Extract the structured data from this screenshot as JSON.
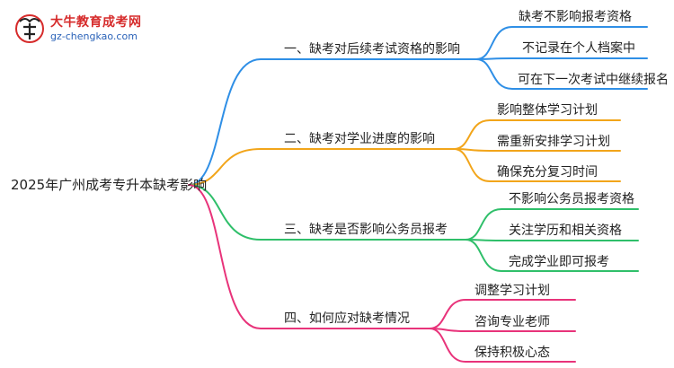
{
  "logo": {
    "title": "大牛教育成考网",
    "url": "gz-chengkao.com"
  },
  "root": "2025年广州成考专升本缺考影响",
  "branches": [
    {
      "label": "一、缺考对后续考试资格的影响",
      "color": "#2f8fe6",
      "leaves": [
        "缺考不影响报考资格",
        "不记录在个人档案中",
        "可在下一次考试中继续报名"
      ]
    },
    {
      "label": "二、缺考对学业进度的影响",
      "color": "#f2a51a",
      "leaves": [
        "影响整体学习计划",
        "需重新安排学习计划",
        "确保充分复习时间"
      ]
    },
    {
      "label": "三、缺考是否影响公务员报考",
      "color": "#2fbf6a",
      "leaves": [
        "不影响公务员报考资格",
        "关注学历和相关资格",
        "完成学业即可报考"
      ]
    },
    {
      "label": "四、如何应对缺考情况",
      "color": "#e8337a",
      "leaves": [
        "调整学习计划",
        "咨询专业老师",
        "保持积极心态"
      ]
    }
  ]
}
